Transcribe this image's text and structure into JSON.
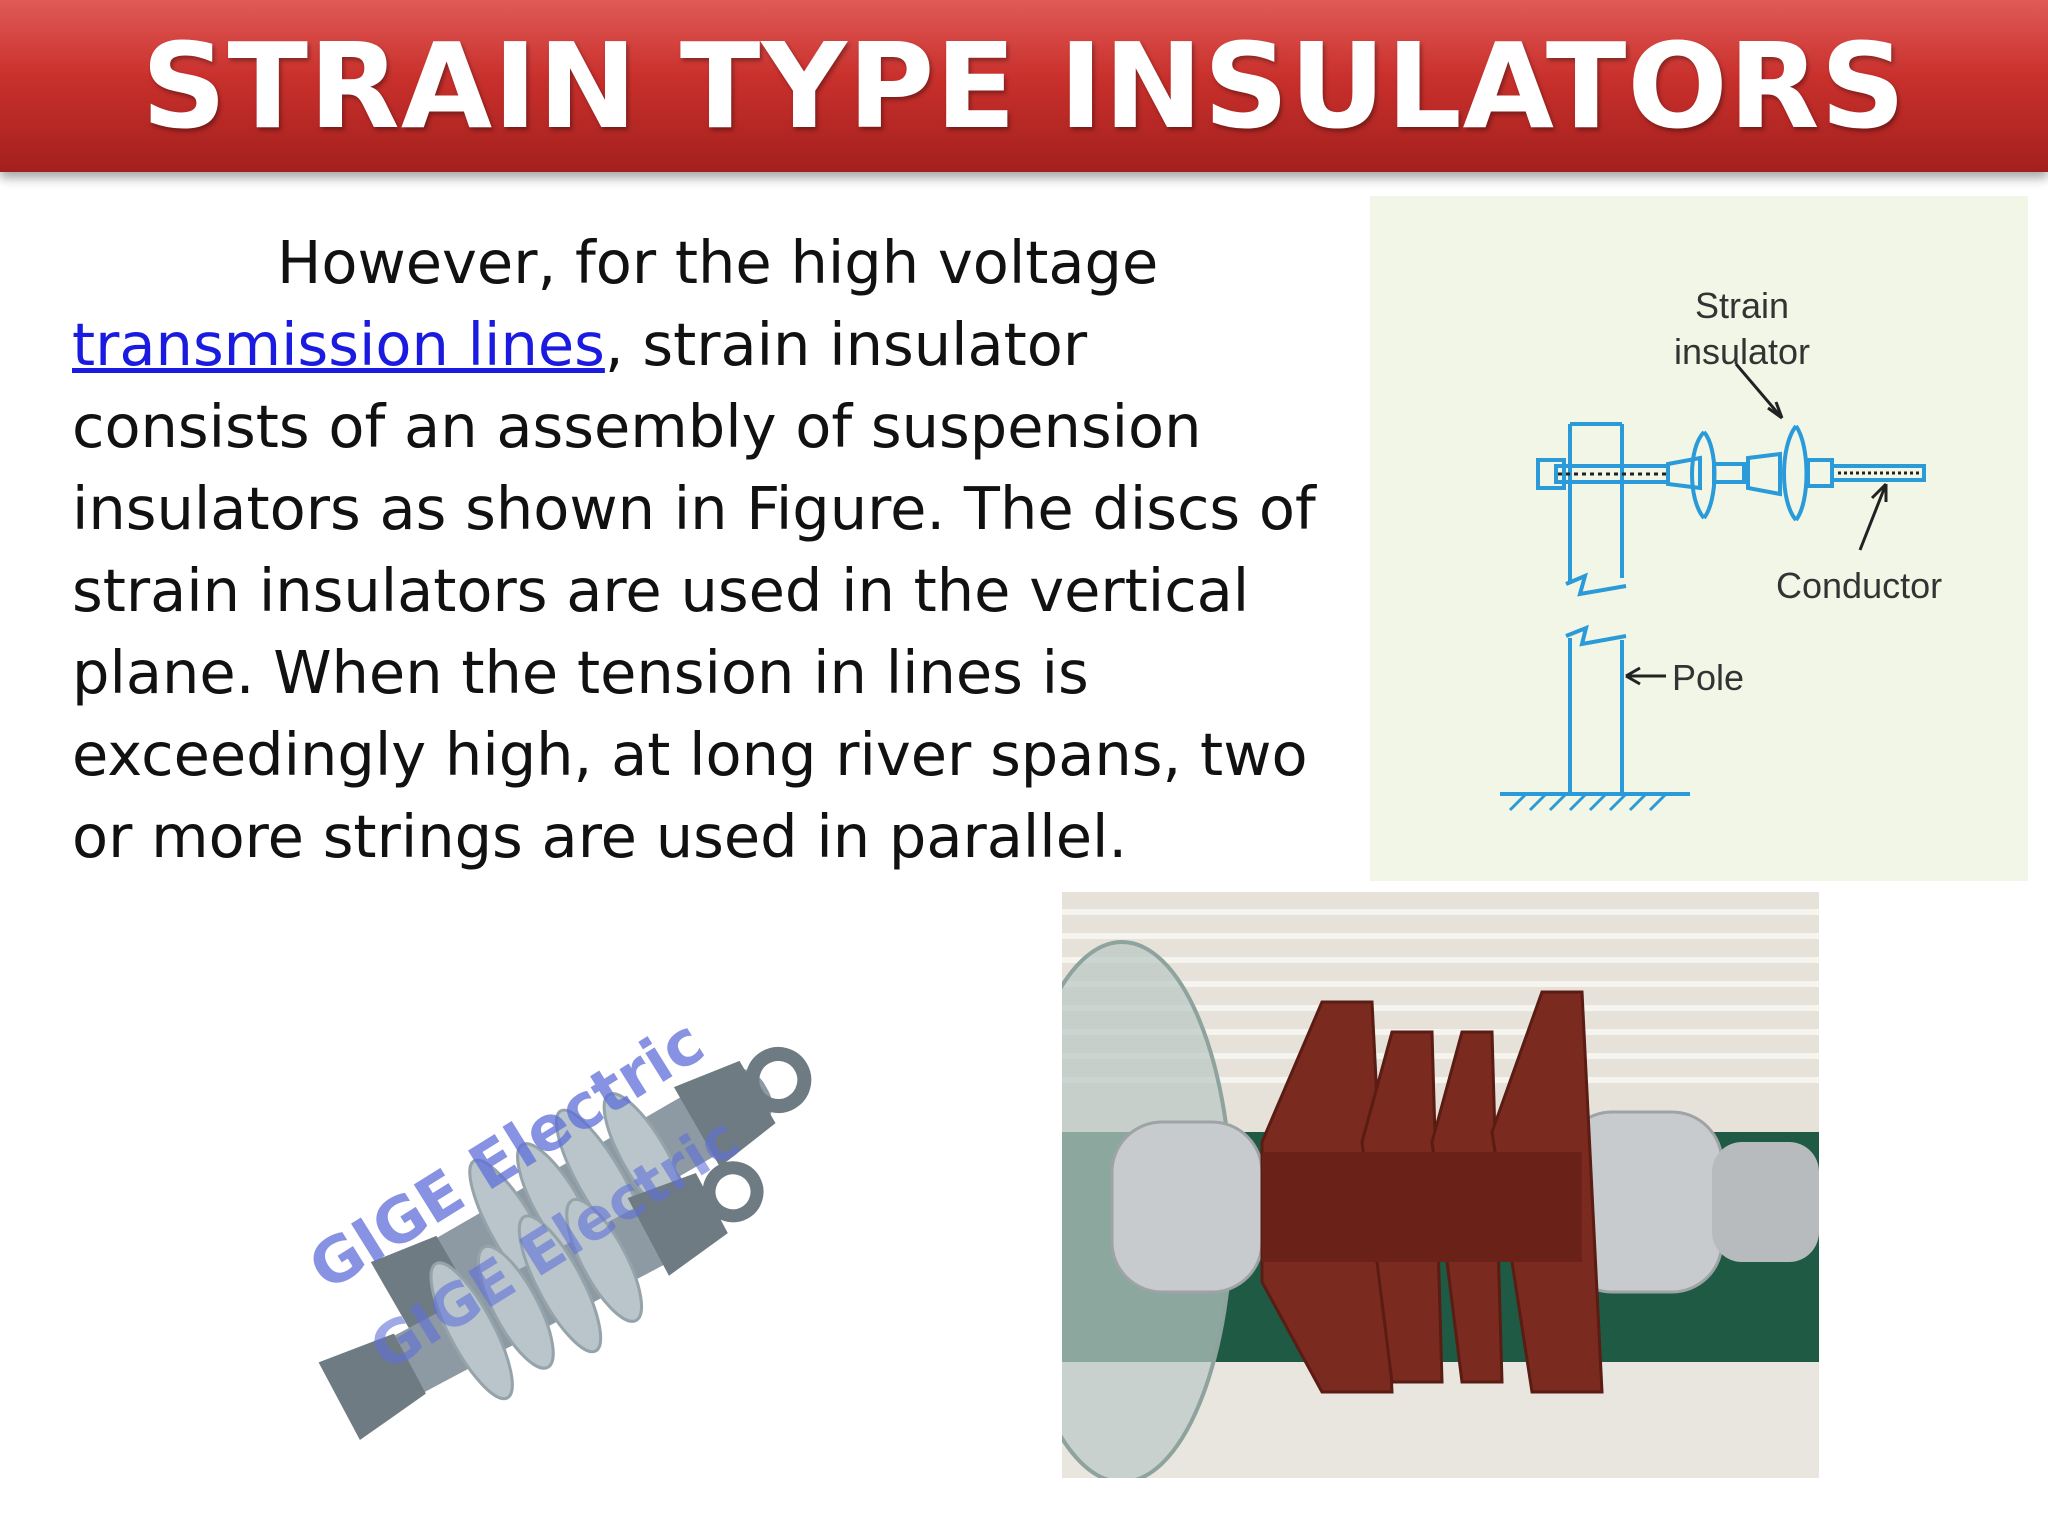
{
  "slide": {
    "title": "STRAIN TYPE INSULATORS",
    "paragraph": {
      "lead": "However, for  the  high voltage",
      "link": "transmission lines",
      "rest": ", strain insulator consists of an assembly of suspension insulators as shown in Figure. The discs of strain insulators are used in the vertical plane. When the tension in lines is exceedingly high, at long river spans, two or more strings are used in parallel."
    }
  },
  "diagram": {
    "label_strain_line1": "Strain",
    "label_strain_line2": "insulator",
    "label_conductor": "Conductor",
    "label_pole": "Pole"
  },
  "photo_left": {
    "watermark_line1": "GIGE Electric",
    "watermark_line2": "GIGE Electric"
  },
  "colors": {
    "title_red": "#c9302c",
    "link_blue": "#1a1ae0",
    "diagram_line": "#2a9ad8",
    "porcelain_brown": "#7a2a1e"
  }
}
